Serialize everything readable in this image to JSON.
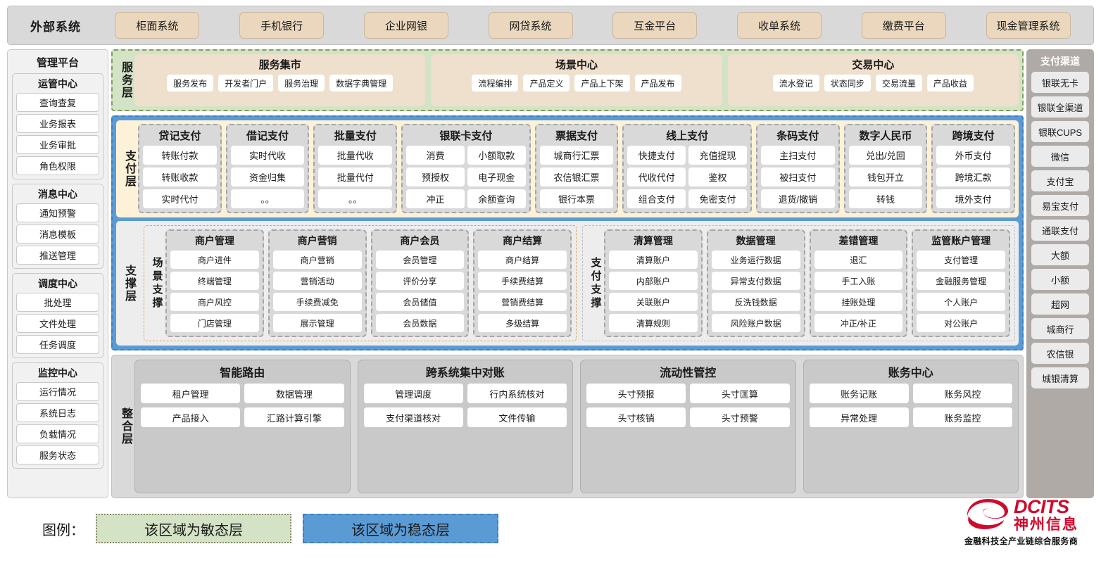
{
  "external_systems": {
    "title": "外部系统",
    "items": [
      "柜面系统",
      "手机银行",
      "企业网银",
      "网贷系统",
      "互金平台",
      "收单系统",
      "缴费平台",
      "现金管理系统"
    ]
  },
  "management_platform": {
    "title": "管理平台",
    "groups": [
      {
        "title": "运管中心",
        "items": [
          "查询查复",
          "业务报表",
          "业务审批",
          "角色权限"
        ]
      },
      {
        "title": "消息中心",
        "items": [
          "通知预警",
          "消息模板",
          "推送管理"
        ]
      },
      {
        "title": "调度中心",
        "items": [
          "批处理",
          "文件处理",
          "任务调度"
        ]
      },
      {
        "title": "监控中心",
        "items": [
          "运行情况",
          "系统日志",
          "负载情况",
          "服务状态"
        ]
      }
    ]
  },
  "service_layer": {
    "label": "服务层",
    "groups": [
      {
        "title": "服务集市",
        "items": [
          "服务发布",
          "开发者门户",
          "服务治理",
          "数据字典管理"
        ]
      },
      {
        "title": "场景中心",
        "items": [
          "流程编排",
          "产品定义",
          "产品上下架",
          "产品发布"
        ]
      },
      {
        "title": "交易中心",
        "items": [
          "流水登记",
          "状态同步",
          "交易流量",
          "产品收益"
        ]
      }
    ]
  },
  "payment_layer": {
    "label": "支付层",
    "groups": [
      {
        "title": "贷记支付",
        "cols": 1,
        "items": [
          "转账付款",
          "转账收款",
          "实时代付"
        ]
      },
      {
        "title": "借记支付",
        "cols": 1,
        "items": [
          "实时代收",
          "资金归集",
          "。。"
        ]
      },
      {
        "title": "批量支付",
        "cols": 1,
        "items": [
          "批量代收",
          "批量代付",
          "。。"
        ]
      },
      {
        "title": "银联卡支付",
        "cols": 2,
        "items": [
          "消费",
          "小额取款",
          "预授权",
          "电子现金",
          "冲正",
          "余额查询"
        ]
      },
      {
        "title": "票据支付",
        "cols": 1,
        "items": [
          "城商行汇票",
          "农信银汇票",
          "银行本票"
        ]
      },
      {
        "title": "线上支付",
        "cols": 2,
        "items": [
          "快捷支付",
          "充值提现",
          "代收代付",
          "鉴权",
          "组合支付",
          "免密支付"
        ]
      },
      {
        "title": "条码支付",
        "cols": 1,
        "items": [
          "主扫支付",
          "被扫支付",
          "退货/撤销"
        ]
      },
      {
        "title": "数字人民币",
        "cols": 1,
        "items": [
          "兑出/兑回",
          "钱包开立",
          "转钱"
        ]
      },
      {
        "title": "跨境支付",
        "cols": 1,
        "items": [
          "外币支付",
          "跨境汇款",
          "境外支付"
        ]
      }
    ]
  },
  "support_layer": {
    "label": "支撑层",
    "halves": [
      {
        "label": "场景支撑",
        "groups": [
          {
            "title": "商户管理",
            "items": [
              "商户进件",
              "终端管理",
              "商户风控",
              "门店管理"
            ]
          },
          {
            "title": "商户营销",
            "items": [
              "商户营销",
              "营销活动",
              "手续费减免",
              "展示管理"
            ]
          },
          {
            "title": "商户会员",
            "items": [
              "会员管理",
              "评价分享",
              "会员储值",
              "会员数据"
            ]
          },
          {
            "title": "商户结算",
            "items": [
              "商户结算",
              "手续费结算",
              "营销费结算",
              "多级结算"
            ]
          }
        ]
      },
      {
        "label": "支付支撑",
        "groups": [
          {
            "title": "清算管理",
            "items": [
              "清算账户",
              "内部账户",
              "关联账户",
              "清算规则"
            ]
          },
          {
            "title": "数据管理",
            "items": [
              "业务运行数据",
              "异常支付数据",
              "反洗钱数据",
              "风险账户数据"
            ]
          },
          {
            "title": "差错管理",
            "items": [
              "退汇",
              "手工入账",
              "挂账处理",
              "冲正/补正"
            ]
          },
          {
            "title": "监管账户管理",
            "items": [
              "支付管理",
              "金融服务管理",
              "个人账户",
              "对公账户"
            ]
          }
        ]
      }
    ]
  },
  "integration_layer": {
    "label": "整合层",
    "groups": [
      {
        "title": "智能路由",
        "items": [
          "租户管理",
          "数据管理",
          "产品接入",
          "汇路计算引擎"
        ]
      },
      {
        "title": "跨系统集中对账",
        "items": [
          "管理调度",
          "行内系统核对",
          "支付渠道核对",
          "文件传输"
        ]
      },
      {
        "title": "流动性管控",
        "items": [
          "头寸预报",
          "头寸匡算",
          "头寸核销",
          "头寸预警"
        ]
      },
      {
        "title": "账务中心",
        "items": [
          "账务记账",
          "账务风控",
          "异常处理",
          "账务监控"
        ]
      }
    ]
  },
  "payment_channels": {
    "title": "支付渠道",
    "items": [
      "银联无卡",
      "银联全渠道",
      "银联CUPS",
      "微信",
      "支付宝",
      "易宝支付",
      "通联支付",
      "大额",
      "小额",
      "超网",
      "城商行",
      "农信银",
      "城银清算"
    ]
  },
  "legend": {
    "label": "图例：",
    "agile": "该区域为敏态层",
    "stable": "该区域为稳态层"
  },
  "logo": {
    "en": "DCITS",
    "cn": "神州信息",
    "tagline": "金融科技全产业链综合服务商"
  },
  "colors": {
    "agile_green": "#d4e3c5",
    "stable_blue": "#5b9bd5",
    "external_chip": "#ead7bd",
    "payment_layer_bg": "#fdf2d7",
    "brand_red": "#cf0a2c"
  }
}
